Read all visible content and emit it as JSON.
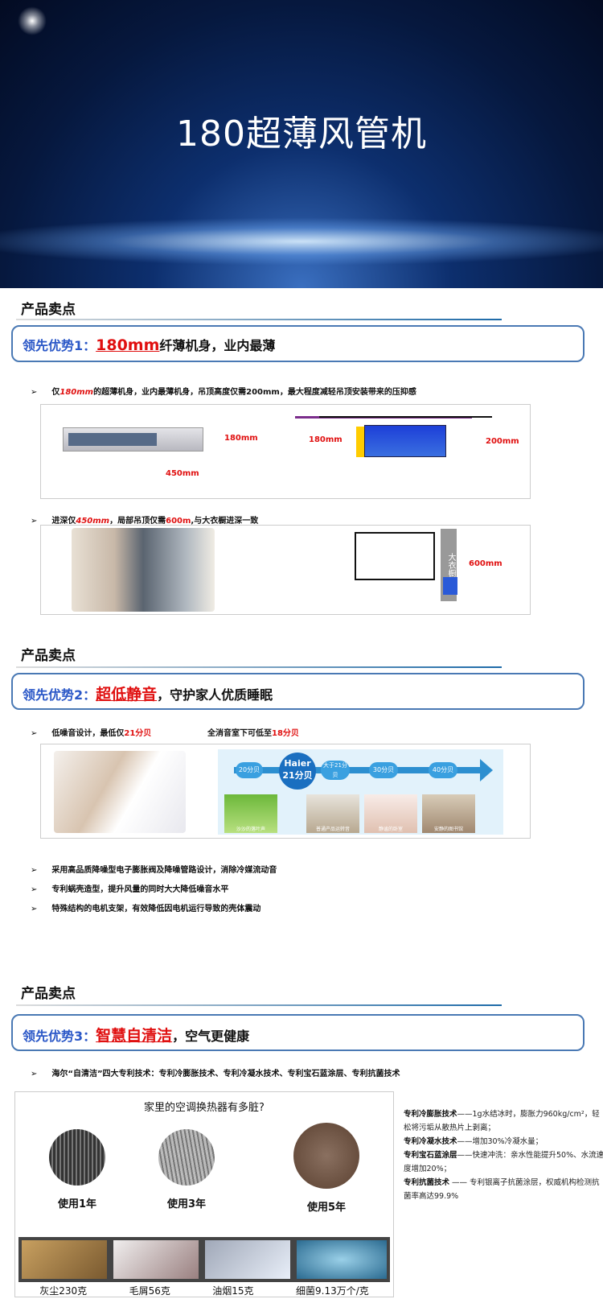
{
  "hero": {
    "title": "180超薄风管机"
  },
  "sections": [
    {
      "title": "产品卖点",
      "adv_label": "领先优势1：",
      "adv_highlight": "180mm",
      "adv_rest": "纤薄机身，业内最薄",
      "bullet1": {
        "pre": "仅",
        "hl": "180mm",
        "post": "的超薄机身，业内最薄机身，吊顶高度仅需200mm，最大程度减轻吊顶安装带来的压抑感"
      },
      "dims": {
        "unit_height": "180mm",
        "unit_depth": "450mm",
        "side_height": "180mm",
        "ceiling": "200mm"
      },
      "bullet2": {
        "pre": "进深仅",
        "hl": "450mm",
        "mid": "，局部吊顶仅需",
        "hl2": "600m",
        "post": ",与大衣橱进深一致"
      },
      "wardrobe_label": "大衣橱",
      "wardrobe_dim": "600mm"
    },
    {
      "title": "产品卖点",
      "adv_label": "领先优势2：",
      "adv_highlight": "超低静音",
      "adv_rest": "，守护家人优质睡眠",
      "bullet1": {
        "pre": "低噪音设计，最低仅",
        "hl": "21分贝"
      },
      "bullet1b": {
        "pre": "全消音室下可低至",
        "hl": "18分贝"
      },
      "scale": {
        "brand": "Haier",
        "brand_db": "21分贝",
        "steps": [
          "20分贝",
          "大于21分贝",
          "30分贝",
          "40分贝"
        ],
        "captions": [
          "沙沙的落叶声",
          "普通产品运转音",
          "静谧的卧室",
          "安静的图书馆"
        ]
      },
      "bullets": [
        "采用高品质降噪型电子膨胀阀及降噪管路设计，消除冷媒流动音",
        "专利蜗壳造型，提升风量的同时大大降低噪音水平",
        "特殊结构的电机支架，有效降低因电机运行导致的壳体震动"
      ]
    },
    {
      "title": "产品卖点",
      "adv_label": "领先优势3：",
      "adv_highlight": "智慧自清洁",
      "adv_rest": "，空气更健康",
      "bullet1": "海尔“自清洁”四大专利技术：专利冷膨胀技术、专利冷凝水技术、专利宝石蓝涂层、专利抗菌技术",
      "dirty_title": "家里的空调换热器有多脏?",
      "years": [
        "使用1年",
        "使用3年",
        "使用5年"
      ],
      "dirt": [
        "灰尘230克",
        "毛屑56克",
        "油烟15克",
        "细菌9.13万个/克"
      ],
      "notes": [
        {
          "b": "专利冷膨胀技术",
          "t": "——1g水结冰时，膨胀力960kg/cm²，轻松将污垢从散热片上剥离；"
        },
        {
          "b": "专利冷凝水技术",
          "t": "——增加30%冷凝水量；"
        },
        {
          "b": "专利宝石蓝涂层",
          "t": "——快速冲洗：亲水性能提升50%、水流速度增加20%；"
        },
        {
          "b": "专利抗菌技术",
          "t": " —— 专利银离子抗菌涂层，权威机构检测抗菌率高达99.9%"
        }
      ]
    }
  ]
}
